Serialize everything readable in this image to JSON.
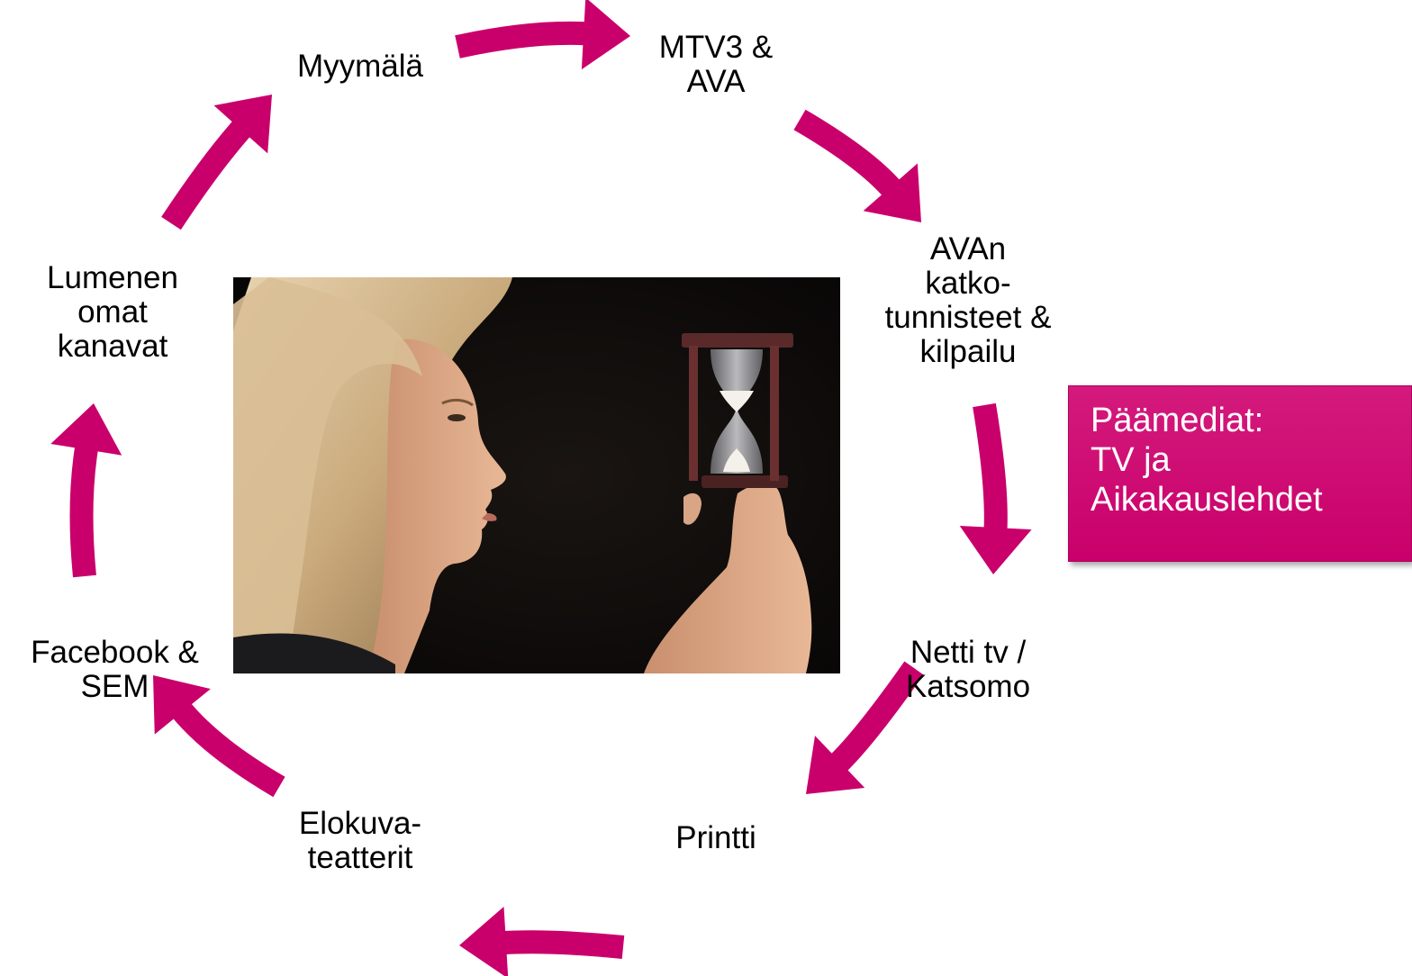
{
  "colors": {
    "arrow": "#c9006b",
    "callout_bg": "#c9006b",
    "callout_text": "#ffffff"
  },
  "nodes": {
    "myymala": "Myymälä",
    "mtv3": "MTV3 &\nAVA",
    "avan": "AVAn\nkatko-\ntunnisteet &\nkilpailu",
    "netti": "Netti tv /\nKatsomo",
    "printti": "Printti",
    "elokuva": "Elokuva-\nteatterit",
    "facebook": "Facebook &\nSEM",
    "lumenen": "Lumenen\nomat\nkanavat"
  },
  "callout": {
    "text": "Päämediat:\nTV ja\nAikakauslehdet"
  },
  "photo": {
    "icon": "hourglass-icon"
  }
}
